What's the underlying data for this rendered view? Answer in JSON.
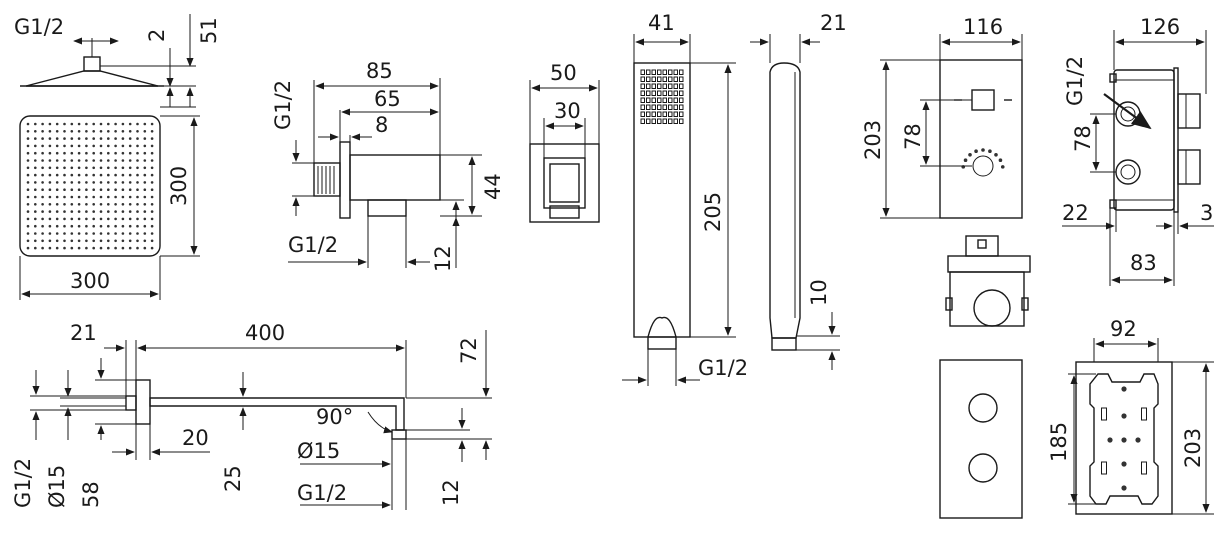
{
  "colors": {
    "line": "#1a1a1a",
    "background": "#ffffff"
  },
  "showerhead": {
    "thread": "G1/2",
    "dim_2": "2",
    "dim_51": "51",
    "height": "300",
    "width": "300"
  },
  "arm": {
    "dim_21": "21",
    "length": "400",
    "drop": "72",
    "dim_20": "20",
    "dim_25": "25",
    "angle": "90°",
    "dia_outlet": "Ø15",
    "thread_outlet": "G1/2",
    "dim_12": "12",
    "thread_inlet": "G1/2",
    "dia_inlet": "Ø15",
    "dim_58": "58"
  },
  "elbow": {
    "thread_left": "G1/2",
    "dim_85": "85",
    "dim_65": "65",
    "dim_8": "8",
    "dim_44": "44",
    "thread_bottom": "G1/2",
    "dim_12": "12"
  },
  "holder": {
    "dim_50": "50",
    "dim_30": "30"
  },
  "handshower": {
    "width": "41",
    "length": "205",
    "thread": "G1/2",
    "depth": "21",
    "dim_10": "10"
  },
  "mixer_front": {
    "width": "116",
    "height": "203",
    "dim_78": "78"
  },
  "mixer_side": {
    "width": "126",
    "thread": "G1/2",
    "dim_78": "78",
    "dim_22": "22",
    "dim_3": "3",
    "dim_83": "83"
  },
  "box_back": {
    "width": "92",
    "height_inner": "185",
    "height_outer": "203"
  }
}
